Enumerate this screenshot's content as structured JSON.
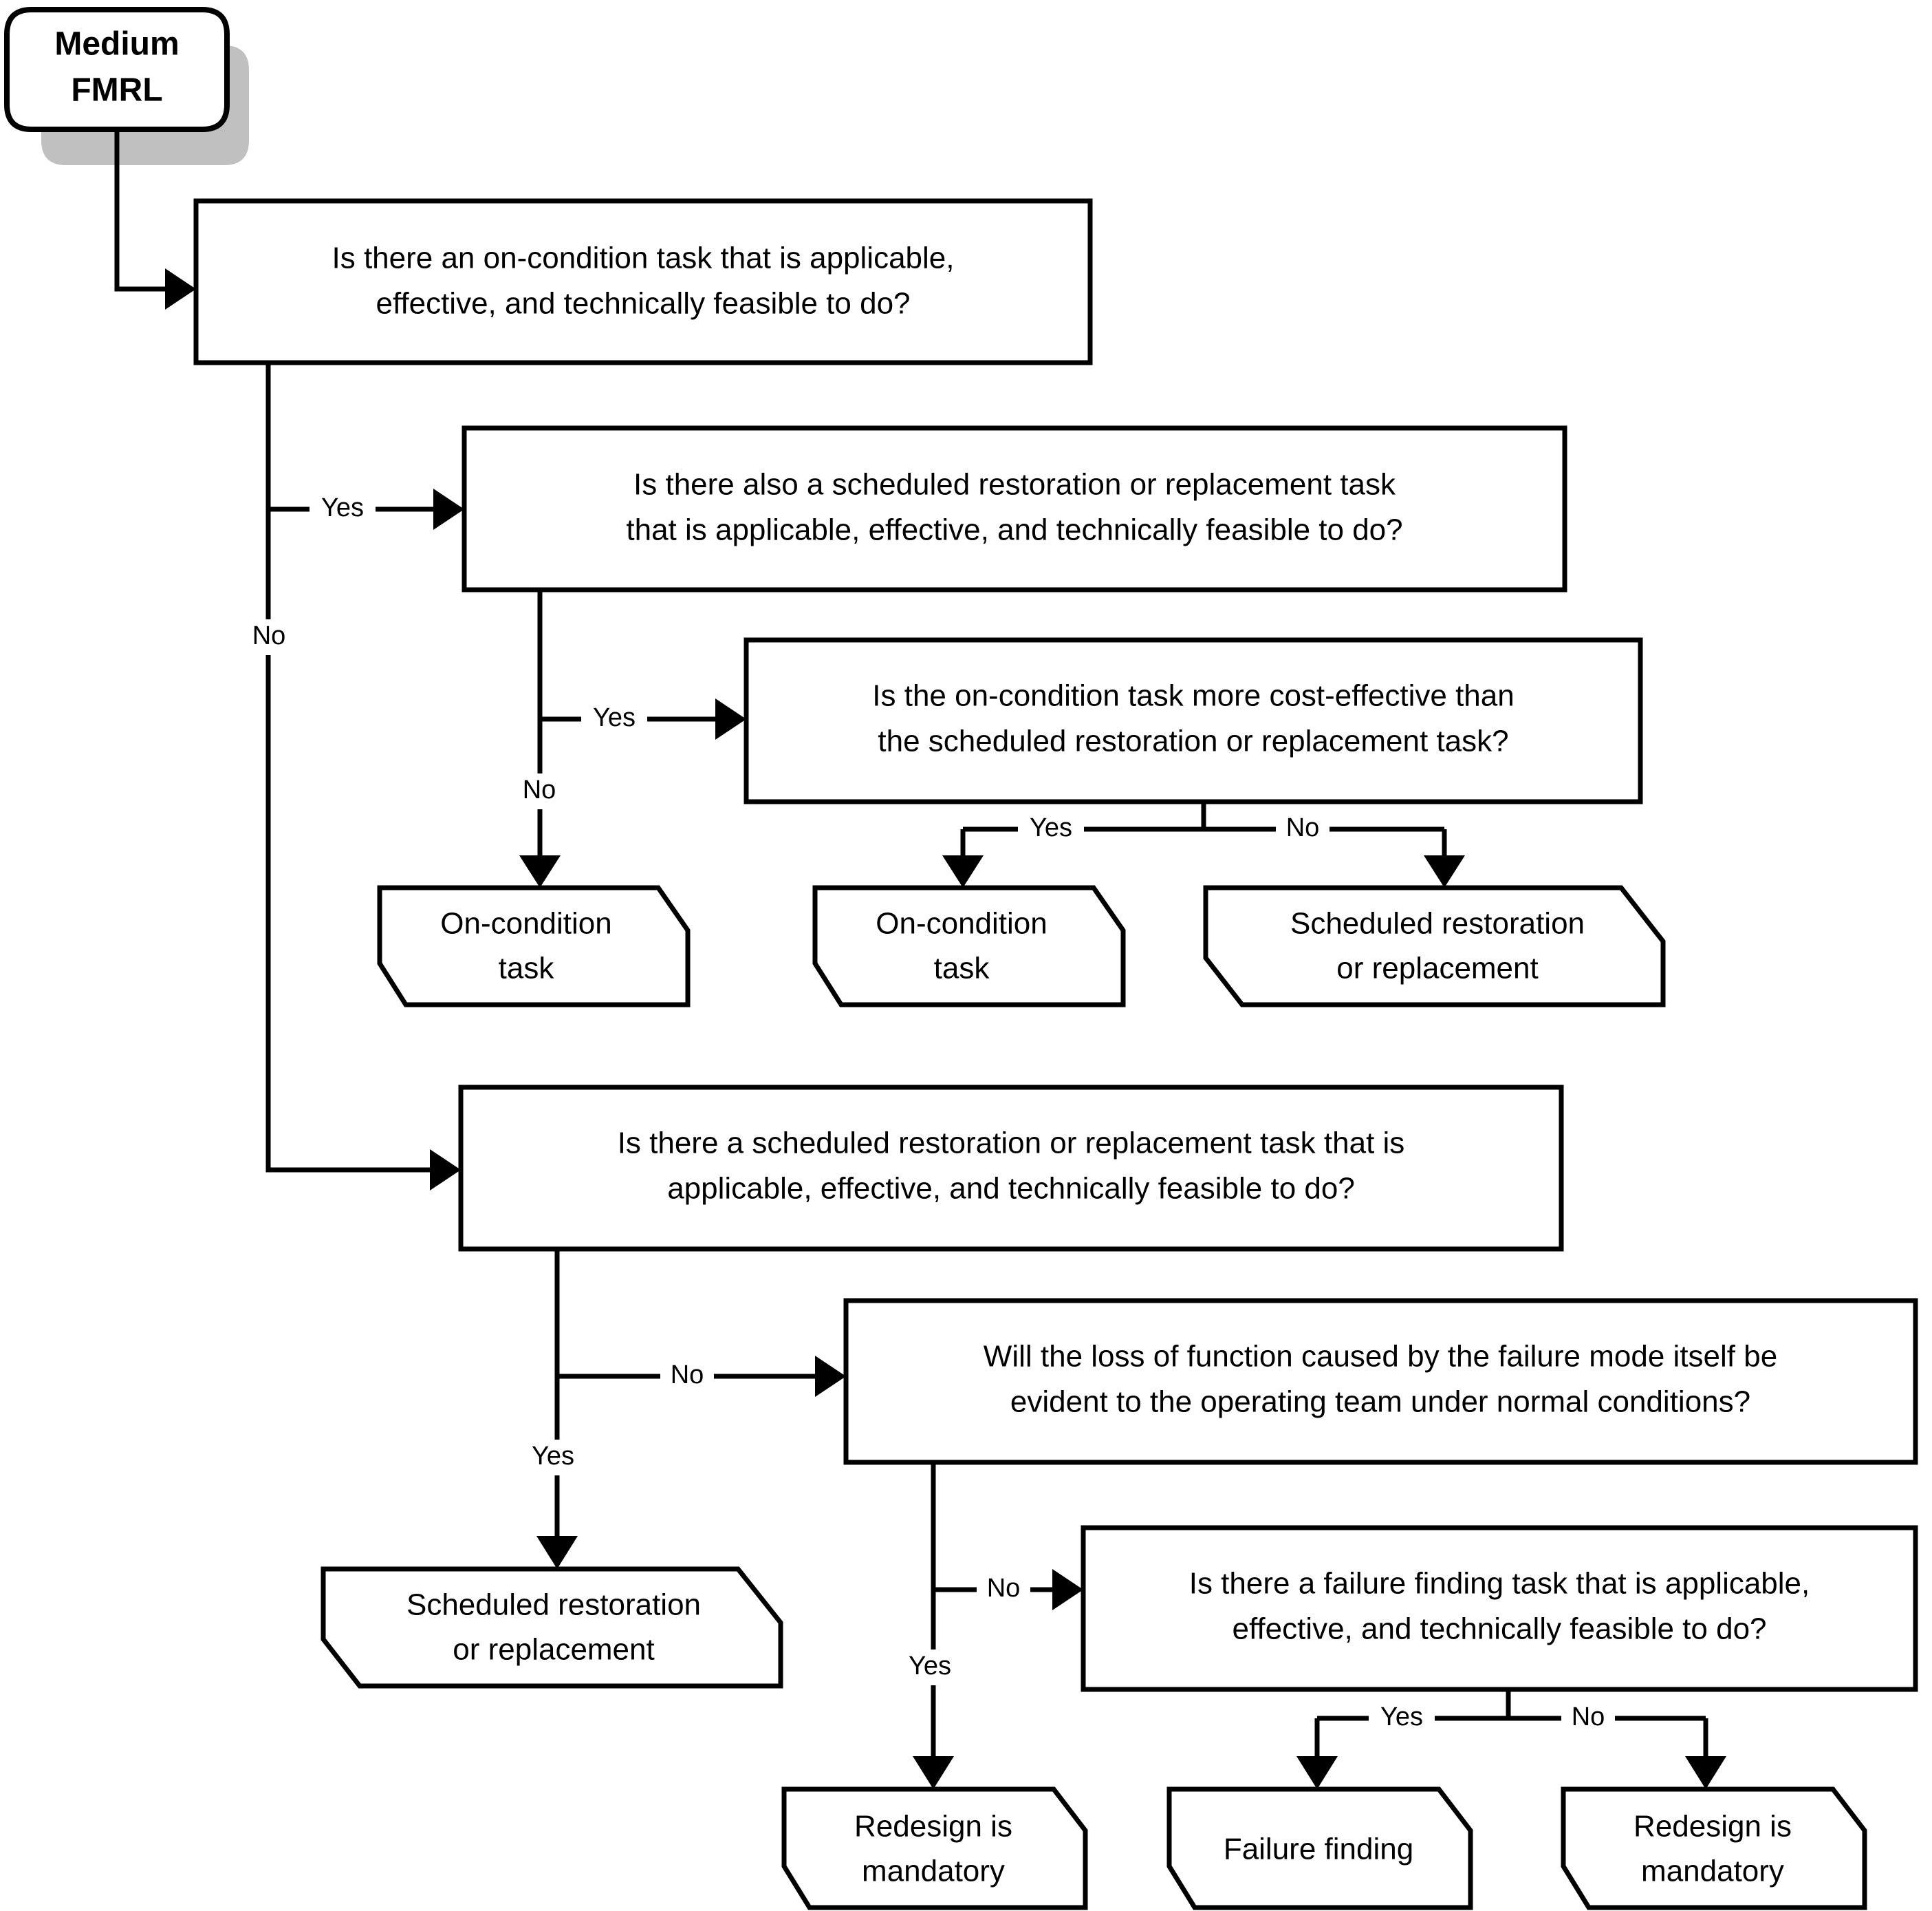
{
  "diagram": {
    "title": "Medium FMRL maintenance task selection decision flowchart",
    "start": {
      "id": "start",
      "label_line1": "Medium",
      "label_line2": "FMRL",
      "shape": "rounded-rectangle-with-shadow",
      "shadow_color": "#c0c0c0"
    },
    "decisions": [
      {
        "id": "d1",
        "line1": "Is there an on-condition task that is applicable,",
        "line2": "effective, and technically feasible to do?",
        "yes_target": "d2",
        "no_target": "d4"
      },
      {
        "id": "d2",
        "line1": "Is there also a scheduled restoration or replacement task",
        "line2": "that is applicable, effective, and technically feasible to do?",
        "yes_target": "d3",
        "no_target": "t1"
      },
      {
        "id": "d3",
        "line1": "Is the on-condition task more cost-effective than",
        "line2": "the scheduled restoration or replacement task?",
        "yes_target": "t2",
        "no_target": "t3"
      },
      {
        "id": "d4",
        "line1": "Is there a scheduled restoration or replacement task that is",
        "line2": "applicable, effective, and technically feasible to do?",
        "yes_target": "t4",
        "no_target": "d5"
      },
      {
        "id": "d5",
        "line1": "Will the loss of function caused by the failure mode itself be",
        "line2": "evident to the operating team under normal conditions?",
        "yes_target": "t5",
        "no_target": "d6"
      },
      {
        "id": "d6",
        "line1": "Is there a failure finding task that is applicable,",
        "line2": "effective, and technically feasible to do?",
        "yes_target": "t6",
        "no_target": "t7"
      }
    ],
    "terminals": [
      {
        "id": "t1",
        "line1": "On-condition",
        "line2": "task"
      },
      {
        "id": "t2",
        "line1": "On-condition",
        "line2": "task"
      },
      {
        "id": "t3",
        "line1": "Scheduled restoration",
        "line2": "or replacement"
      },
      {
        "id": "t4",
        "line1": "Scheduled restoration",
        "line2": "or replacement"
      },
      {
        "id": "t5",
        "line1": "Redesign is",
        "line2": "mandatory"
      },
      {
        "id": "t6",
        "line1": "Failure finding",
        "line2": ""
      },
      {
        "id": "t7",
        "line1": "Redesign is",
        "line2": "mandatory"
      }
    ],
    "edge_labels": {
      "d1_yes": "Yes",
      "d1_no": "No",
      "d2_yes": "Yes",
      "d2_no": "No",
      "d3_yes": "Yes",
      "d3_no": "No",
      "d4_yes": "Yes",
      "d4_no": "No",
      "d5_yes": "Yes",
      "d5_no": "No",
      "d6_yes": "Yes",
      "d6_no": "No"
    },
    "colors": {
      "stroke": "#000000",
      "fill": "#ffffff",
      "shadow": "#c0c0c0",
      "background": "#ffffff"
    }
  }
}
